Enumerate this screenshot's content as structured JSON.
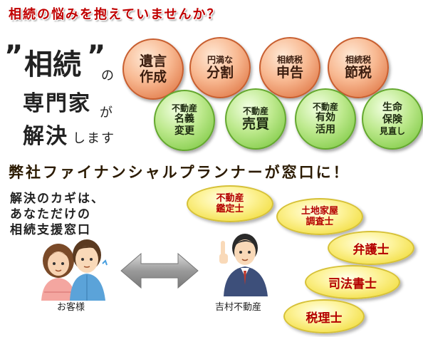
{
  "header": {
    "headline": "相続の悩みを抱えていませんか？",
    "quote_open": "”",
    "quote_word": "相続",
    "quote_close": "”",
    "particle_no": "の",
    "experts": "専門家",
    "particle_ga": "が",
    "solve": "解決",
    "suffix": "します"
  },
  "orange_circles": [
    {
      "line1": "遺言",
      "line2": "作成"
    },
    {
      "line1": "円満な",
      "line2": "分割"
    },
    {
      "line1": "相続税",
      "line2": "申告"
    },
    {
      "line1": "相続税",
      "line2": "節税"
    }
  ],
  "green_circles": [
    {
      "line1": "不動産",
      "line2": "名義",
      "line3": "変更"
    },
    {
      "line1": "不動産",
      "line2": "売買"
    },
    {
      "line1": "不動産",
      "line2": "有効",
      "line3": "活用"
    },
    {
      "line1": "生命",
      "line2": "保険",
      "line3": "見直し"
    }
  ],
  "subheading": "弊社ファイナンシャルプランナーが窓口に！",
  "description": {
    "line1": "解決のカギは、",
    "line2": "あなただけの",
    "line3": "相続支援窓口"
  },
  "people": {
    "customer_label": "お客様",
    "company_label": "吉村不動産"
  },
  "specialists": [
    {
      "line1": "不動産",
      "line2": "鑑定士"
    },
    {
      "line1": "土地家屋",
      "line2": "調査士"
    },
    {
      "line1": "弁護士"
    },
    {
      "line1": "司法書士"
    },
    {
      "line1": "税理士"
    }
  ],
  "colors": {
    "headline": "#c00000",
    "orange": "#e27d4d",
    "green": "#86cd4d",
    "yellow": "#f3e04a",
    "specialist_text": "#b40000"
  }
}
